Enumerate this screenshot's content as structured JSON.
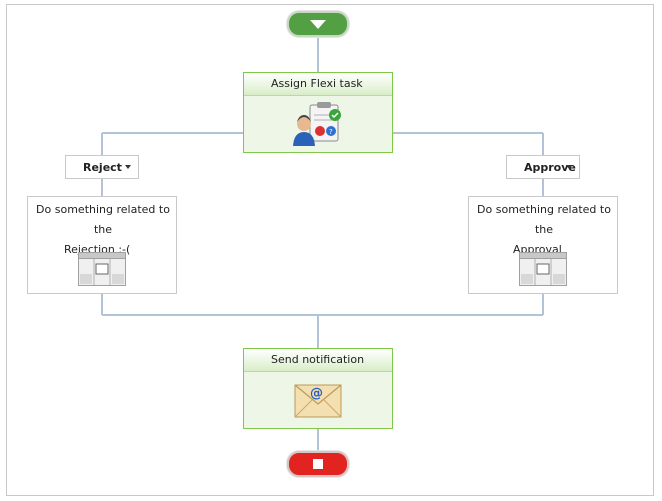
{
  "workflow": {
    "start_icon": "play-down-icon",
    "end_icon": "stop-icon",
    "colors": {
      "start": "#52a043",
      "end": "#e1241f",
      "activity_border": "#7fc84a",
      "connector": "#b3c3d6"
    },
    "assign_task": {
      "label": "Assign Flexi task",
      "icon": "task-assignment-icon"
    },
    "branches": {
      "reject": {
        "label": "Reject",
        "caret_icon": "caret-down-icon"
      },
      "approve": {
        "label": "Approve",
        "caret_icon": "caret-down-icon"
      }
    },
    "code_reject": {
      "line1": "Do something related to the",
      "line2": "Rejection :-(",
      "icon": "code-activity-icon"
    },
    "code_approve": {
      "line1": "Do something related to the",
      "line2": "Approval",
      "icon": "code-activity-icon"
    },
    "send_notification": {
      "label": "Send notification",
      "icon": "email-envelope-icon"
    }
  }
}
